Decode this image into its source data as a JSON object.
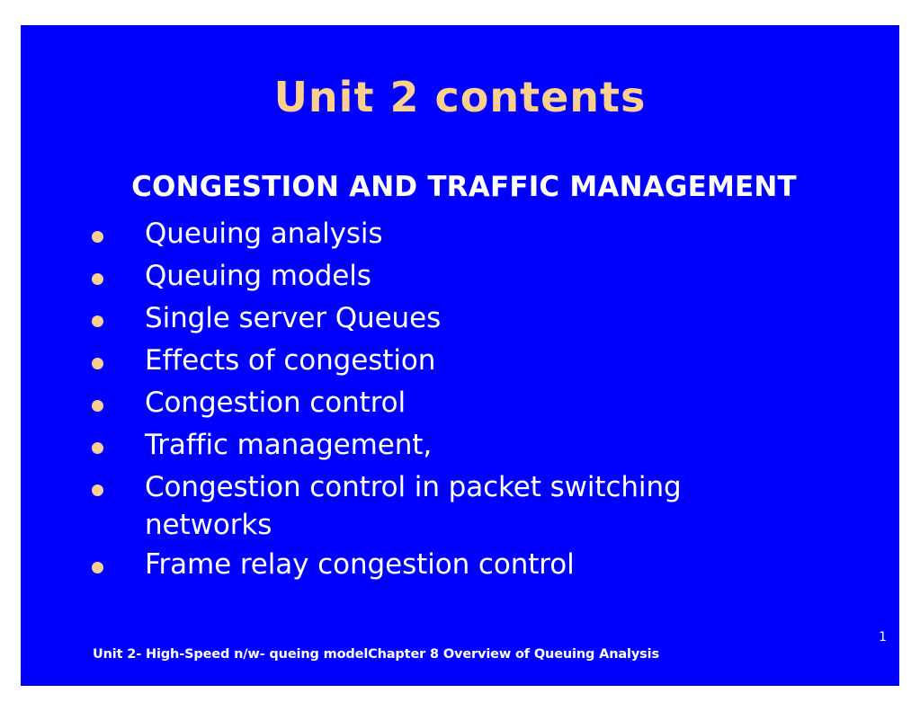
{
  "slide": {
    "background_color": "#0000ff",
    "page_background_color": "#ffffff",
    "title": "Unit 2 contents",
    "title_color": "#fbd08c",
    "subtitle": "CONGESTION AND TRAFFIC MANAGEMENT",
    "subtitle_color": "#ffffff",
    "bullet_color": "#f7cf92",
    "body_text_color": "#ffffff",
    "bullets": [
      {
        "label": "Queuing analysis"
      },
      {
        "label": "Queuing models"
      },
      {
        "label": "Single server Queues"
      },
      {
        "label": "Effects of congestion"
      },
      {
        "label": "Congestion control"
      },
      {
        "label": "Traffic management,"
      },
      {
        "label": "Congestion control in packet switching networks"
      },
      {
        "label": "Frame relay congestion control"
      }
    ],
    "footer": "Unit 2- High-Speed n/w- queing modelChapter 8 Overview of Queuing Analysis",
    "page_number": "1"
  }
}
